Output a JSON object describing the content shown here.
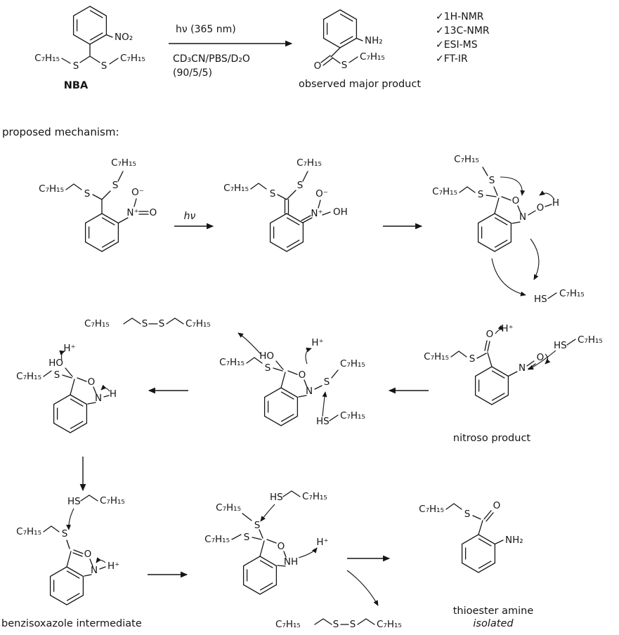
{
  "scheme": {
    "reactant_name": "NBA",
    "condition_light": "hν (365 nm)",
    "condition_solvent": "CD₃CN/PBS/D₂O",
    "condition_ratio": "(90/5/5)",
    "product_caption": "observed major product",
    "checks": [
      "✓1H-NMR",
      "✓13C-NMR",
      "✓ESI-MS",
      "✓FT-IR"
    ]
  },
  "mechanism": {
    "heading": "proposed mechanism:",
    "light": "hν",
    "caption_nitroso": "nitroso product",
    "caption_benzisoxazole": "benzisoxazole intermediate",
    "caption_thioester": "thioester amine",
    "caption_isolated": "isolated"
  },
  "atoms": {
    "c7h15": "C₇H₁₅",
    "s": "S",
    "o": "O",
    "n": "N",
    "h": "H",
    "no2": "NO₂",
    "nh2": "NH₂",
    "nh": "NH",
    "ho": "HO",
    "oh": "OH",
    "hs": "HS",
    "h_plus": "H⁺",
    "o_minus": "O⁻",
    "n_plus": "N⁺"
  }
}
